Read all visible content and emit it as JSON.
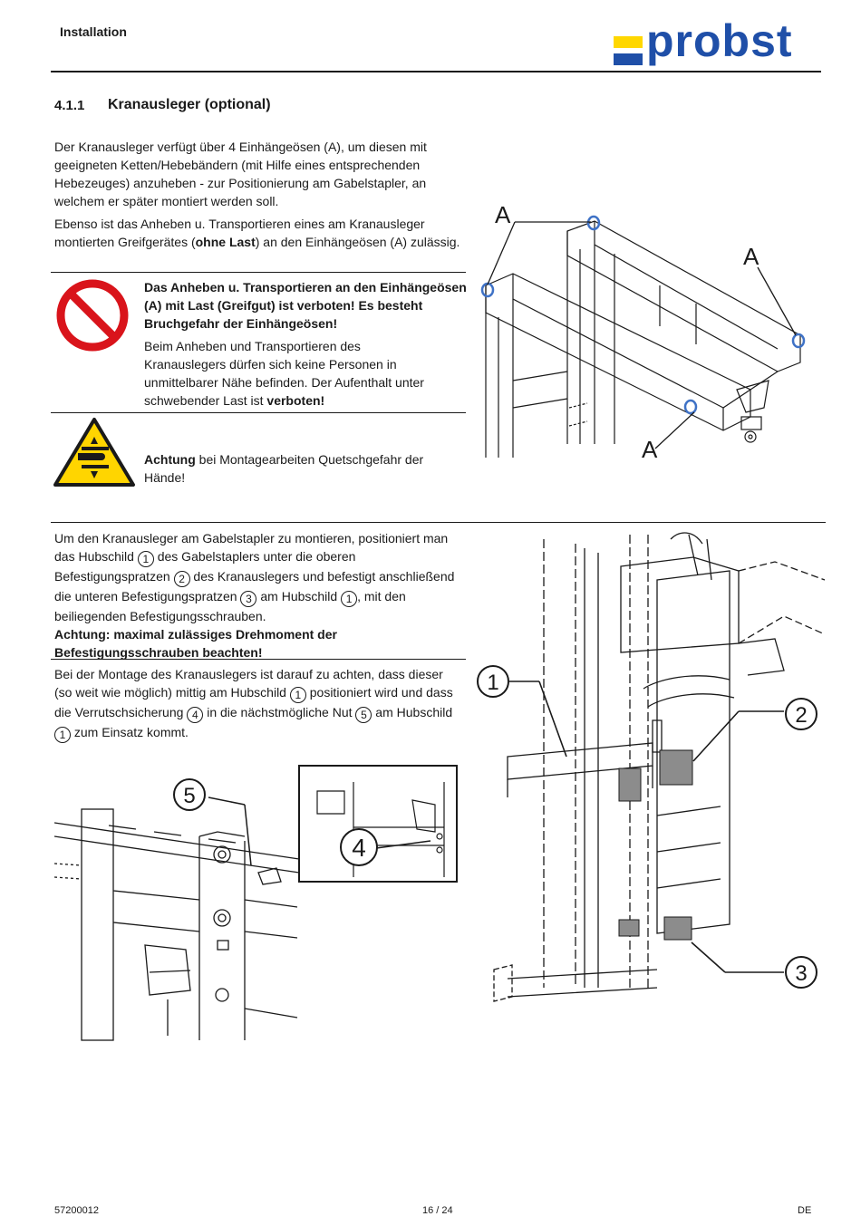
{
  "header": {
    "section": "Installation",
    "logo_text": "probst"
  },
  "section": {
    "number": "4.1.1",
    "title": "Kranausleger (optional)"
  },
  "intro": {
    "p1": "Der Kranausleger verfügt über 4 Einhängeösen (A), um diesen mit geeigneten Ketten/Hebebändern (mit Hilfe eines entsprechenden Hebezeuges) anzuheben - zur Positionierung am Gabelstapler, an welchem er später montiert werden soll.",
    "p2_a": "Ebenso ist das Anheben u. Transportieren eines am Kranausleger montierten Greifgerätes (",
    "p2_bold": "ohne Last",
    "p2_b": ") an den Einhängeösen (A) zulässig."
  },
  "warning1": {
    "bold": "Das Anheben u. Transportieren an den Einhängeösen (A) mit Last (Greifgut) ist verboten! Es besteht Bruchgefahr der Einhängeösen!",
    "text_a": "Beim Anheben und Transportieren des Kranauslegers dürfen sich keine Personen in unmittelbarer Nähe befinden. Der Aufenthalt unter schwebender Last ist ",
    "text_bold": "verboten!"
  },
  "warning2": {
    "bold": "Achtung",
    "text": " bei Montagearbeiten Quetschgefahr der Hände!"
  },
  "mount": {
    "s1": "Um den Kranausleger am Gabelstapler zu montieren, positioniert man das Hubschild ",
    "s2": " des Gabelstaplers unter die oberen Befestigungspratzen ",
    "s3": " des Kranauslegers und befestigt anschließend die unteren Befestigungspratzen ",
    "s4": " am Hubschild ",
    "s5": ", mit den beiliegenden Befestigungsschrauben.",
    "bold": "Achtung: maximal zulässiges Drehmoment der Befestigungsschrauben beachten!"
  },
  "mount2": {
    "s1": "Bei der Montage des Kranauslegers ist darauf zu achten, dass dieser (so weit wie möglich) mittig am Hubschild ",
    "s2": " positioniert wird und dass die Verrutschsicherung ",
    "s3": " in die nächstmögliche Nut ",
    "s4": " am Hubschild ",
    "s5": " zum Einsatz kommt."
  },
  "nums": {
    "n1": "1",
    "n2": "2",
    "n3": "3",
    "n4": "4",
    "n5": "5"
  },
  "figure_labels": {
    "a": "A"
  },
  "footer": {
    "docnum": "57200012",
    "page": "16 / 24",
    "lang": "DE"
  },
  "colors": {
    "brand_blue": "#1f4fa8",
    "brand_yellow": "#ffd700",
    "prohibit_red": "#d9141b",
    "warn_yellow": "#ffd500"
  }
}
